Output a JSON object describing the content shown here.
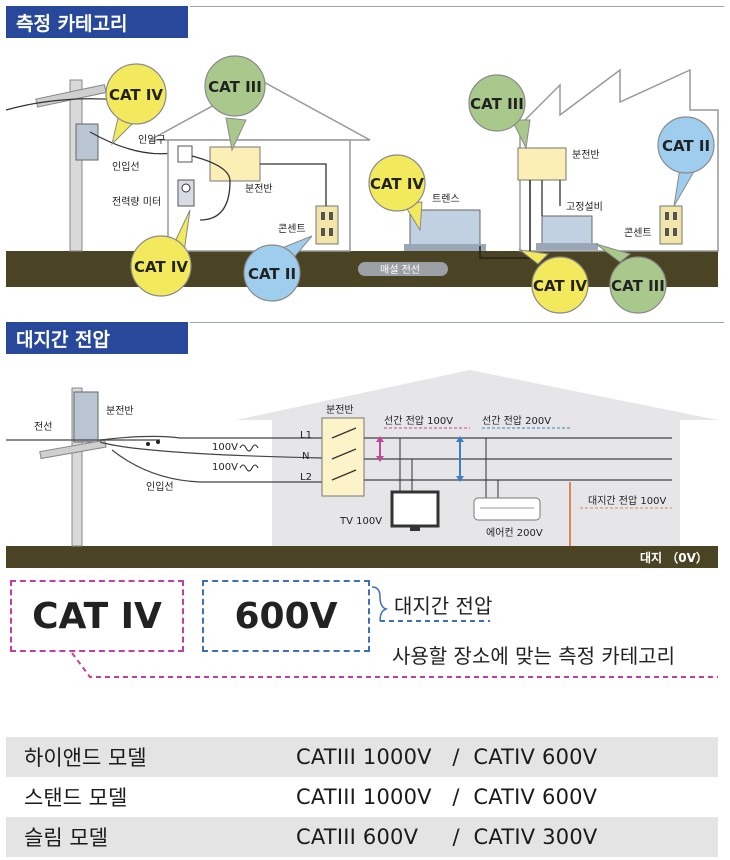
{
  "section1": {
    "title": "측정 카테고리",
    "labels": {
      "entrance": "인입구",
      "inlet_line": "인입선",
      "meter": "전력량 미터",
      "panel_left": "분전반",
      "outlet_left": "콘센트",
      "buried_line": "매설 전선",
      "transformer": "트렌스",
      "panel_right": "분전반",
      "fixed_equipment": "고정설비",
      "outlet_right": "콘센트"
    },
    "bubbles": {
      "pole": "CAT IV",
      "house_roof": "CAT III",
      "meter": "CAT IV",
      "outlet_left": "CAT II",
      "transformer": "CAT IV",
      "factory_panel": "CAT III",
      "outlet_right": "CAT II",
      "underground": "CAT IV",
      "fixed_equipment": "CAT III"
    },
    "colors": {
      "cat4": "#f2ea5c",
      "cat3": "#a9c98c",
      "cat2": "#9fcdee",
      "ground": "#4a4424"
    }
  },
  "section2": {
    "title": "대지간 전압",
    "labels": {
      "wire": "전선",
      "panel_pole": "분전반",
      "inlet_line": "인입선",
      "volt_top": "100V",
      "volt_bottom": "100V",
      "panel_house": "분전반",
      "l1": "L1",
      "n": "N",
      "l2": "L2",
      "line_100": "선간 전압 100V",
      "line_200": "선간 전압 200V",
      "tv": "TV 100V",
      "aircon": "에어컨 200V",
      "ground_voltage": "대지간 전압  100V",
      "earth": "대지 （0V）"
    }
  },
  "legend": {
    "category": "CAT IV",
    "voltage": "600V",
    "voltage_note": "대지간 전압",
    "category_note": "사용할 장소에 맞는 측정 카테고리"
  },
  "models": [
    {
      "name": "하이앤드 모델",
      "spec": "CATIII 1000V   /  CATIV 600V"
    },
    {
      "name": "스탠드 모델",
      "spec": "CATIII 1000V   /  CATIV 600V"
    },
    {
      "name": "슬림 모델",
      "spec": "CATIII 600V     /  CATIV 300V"
    }
  ]
}
